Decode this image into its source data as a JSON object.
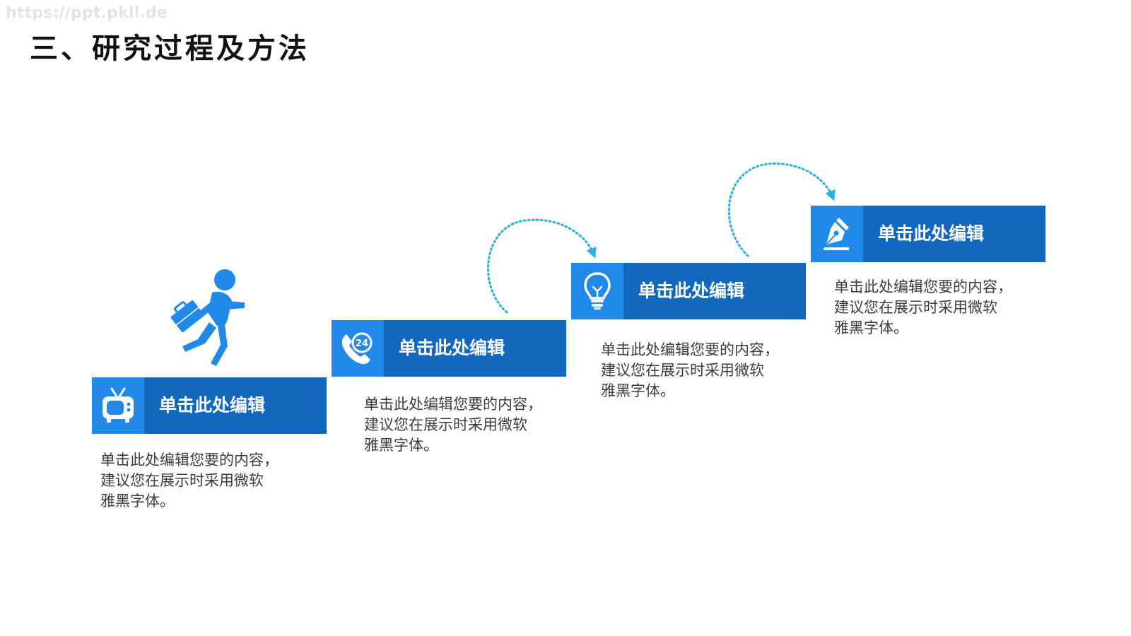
{
  "watermark": "https://ppt.pkll.de",
  "title": "三、研究过程及方法",
  "steps": [
    {
      "title": "单击此处编辑",
      "description": "单击此处编辑您要的内容，\n建议您在展示时采用微软\n雅黑字体。",
      "icon": "tv-icon"
    },
    {
      "title": "单击此处编辑",
      "description": "单击此处编辑您要的内容，\n建议您在展示时采用微软\n雅黑字体。",
      "icon": "phone-24-icon"
    },
    {
      "title": "单击此处编辑",
      "description": "单击此处编辑您要的内容，\n建议您在展示时采用微软\n雅黑字体。",
      "icon": "lightbulb-icon"
    },
    {
      "title": "单击此处编辑",
      "description": "单击此处编辑您要的内容，\n建议您在展示时采用微软\n雅黑字体。",
      "icon": "pen-nib-icon"
    }
  ],
  "phone_badge": "24",
  "illustration": "running-man-with-briefcase",
  "colors": {
    "header_bg": "#1168bd",
    "icon_bg": "#2189e8",
    "runner": "#2189e8",
    "arc": "#29b0e0",
    "title_text": "#111111",
    "desc_text": "#3c3c3c"
  }
}
